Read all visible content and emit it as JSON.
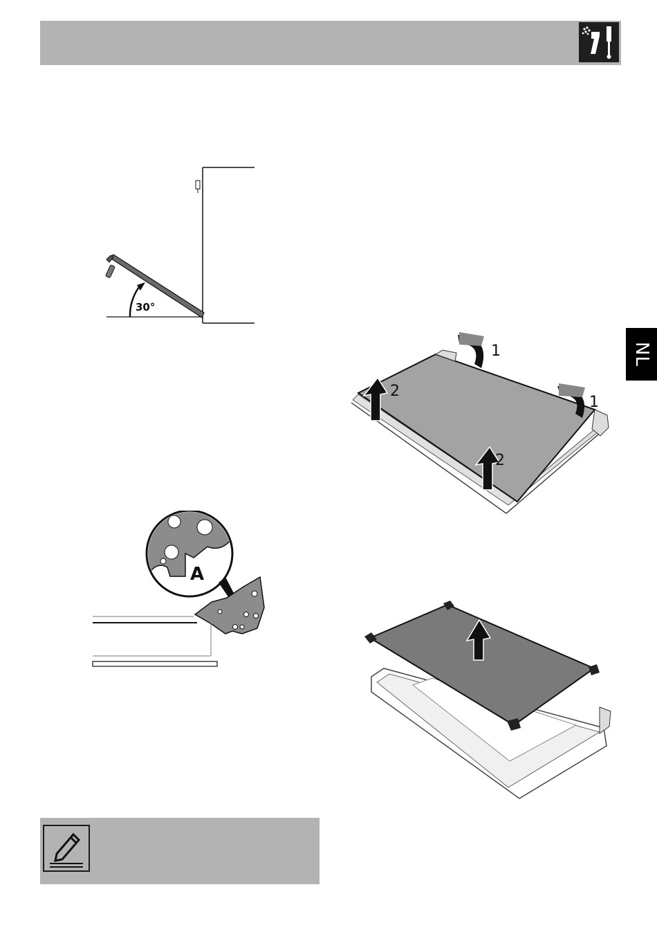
{
  "header": {
    "icon": "cleaning-spray-brush-icon"
  },
  "language_tab": {
    "label": "NL"
  },
  "figures": {
    "door_tilt": {
      "angle_label": "30°"
    },
    "hinge_detail": {
      "callout_label": "A"
    },
    "glass_panel_removal": {
      "step1_label_a": "1",
      "step1_label_b": "1",
      "step2_label_a": "2",
      "step2_label_b": "2"
    },
    "glass_panel_lift": {}
  },
  "note": {
    "icon": "pencil-note-icon"
  }
}
